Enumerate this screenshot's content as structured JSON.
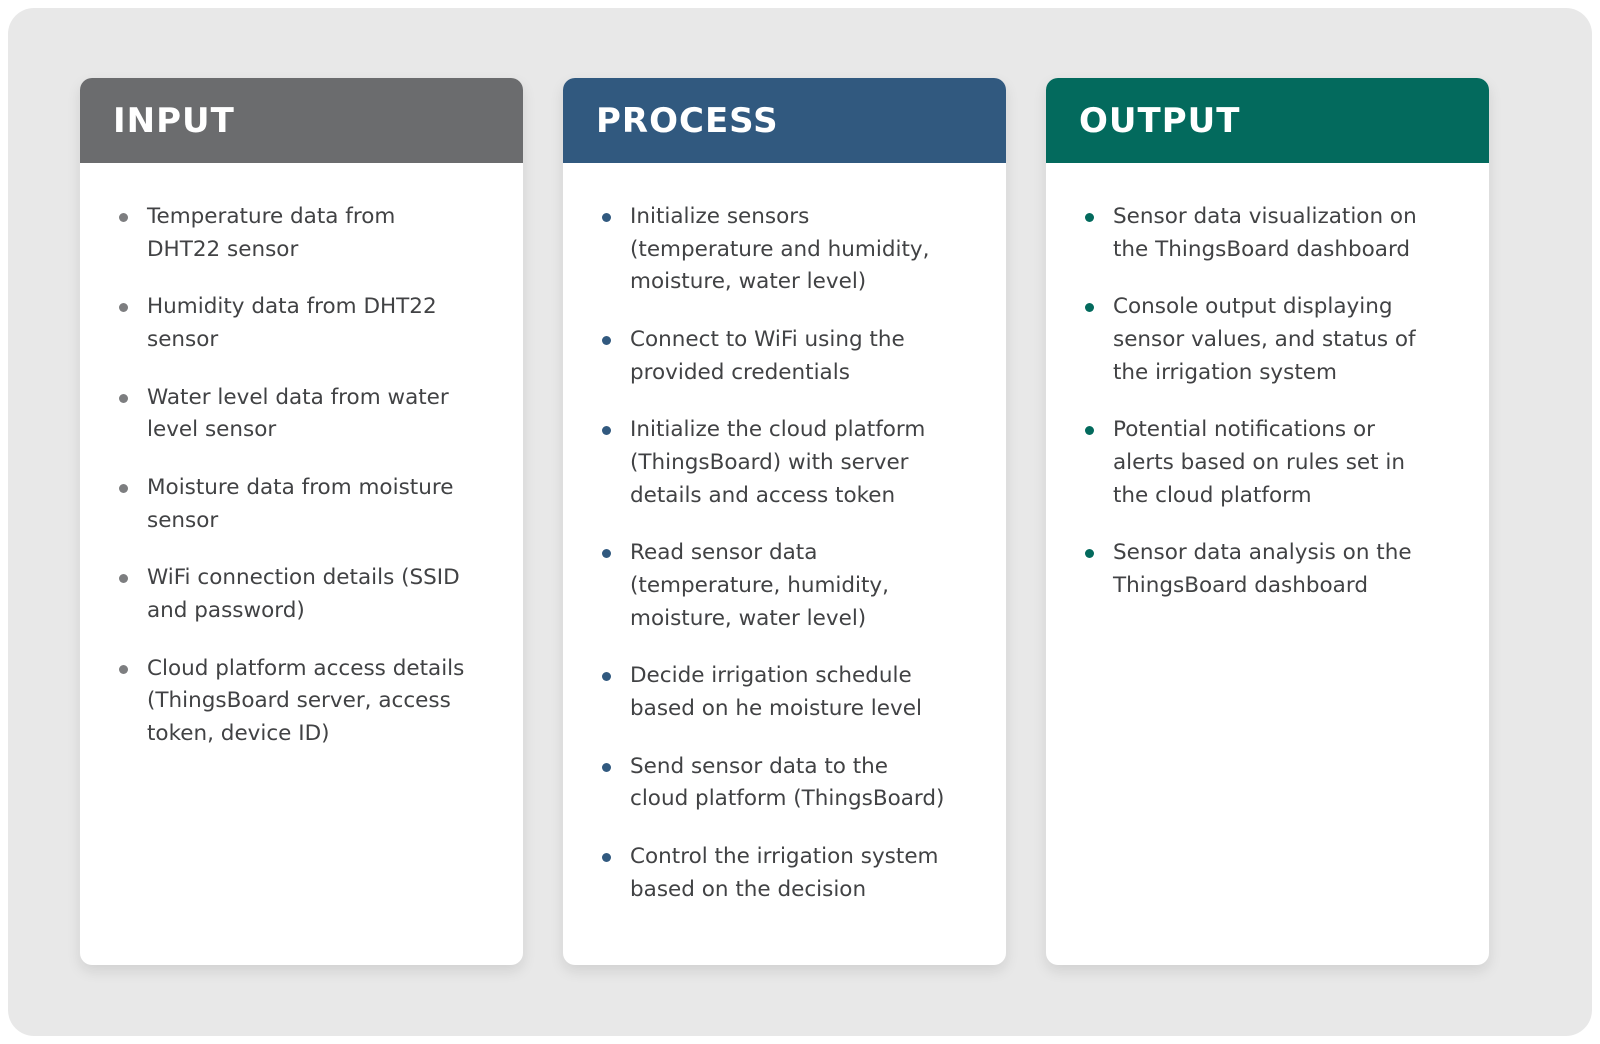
{
  "columns": [
    {
      "title": "INPUT",
      "header_color": "#6b6c6e",
      "bullet_color": "#7d7e80",
      "items": [
        "Temperature data from DHT22 sensor",
        "Humidity data from DHT22 sensor",
        "Water level data from water level sensor",
        "Moisture data from moisture sensor",
        "WiFi connection details (SSID and password)",
        "Cloud platform access details (ThingsBoard server, access token, device ID)"
      ]
    },
    {
      "title": "PROCESS",
      "header_color": "#31597f",
      "bullet_color": "#31597f",
      "items": [
        "Initialize sensors (temperature and humidity, moisture, water level)",
        "Connect to WiFi using the provided credentials",
        "Initialize the cloud platform (ThingsBoard) with server details and access token",
        "Read sensor data (temperature, humidity, moisture, water level)",
        "Decide irrigation schedule based on he moisture level",
        "Send sensor data to the cloud platform (ThingsBoard)",
        "Control the irrigation system based on the decision"
      ]
    },
    {
      "title": "OUTPUT",
      "header_color": "#036a5d",
      "bullet_color": "#036a5d",
      "items": [
        "Sensor data visualization on the ThingsBoard dashboard",
        "Console output displaying sensor values, and status of the irrigation system",
        "Potential notifications or alerts based on rules set in the cloud platform",
        "Sensor data analysis on the ThingsBoard dashboard"
      ]
    }
  ]
}
